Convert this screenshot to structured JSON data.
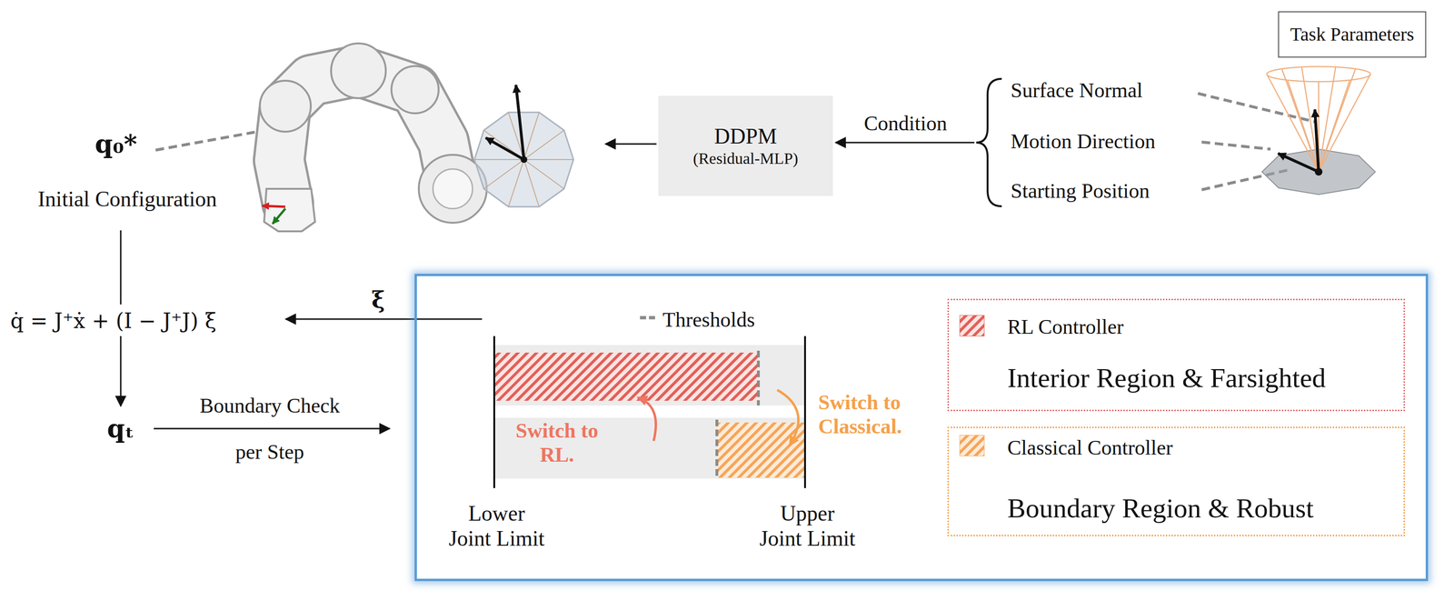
{
  "diagram": {
    "nodes": [
      {
        "text": [
          "Task Parameters"
        ]
      },
      {
        "text": [
          "DDPM",
          "(Residual-MLP)"
        ]
      },
      {
        "text": [
          "Thresholds",
          "Switch to RL.",
          "Switch to Classical.",
          "Lower Joint Limit",
          "Upper Joint Limit"
        ]
      },
      {
        "text": [
          "RL Controller",
          "Interior Region & Farsighted"
        ],
        "in": 2
      },
      {
        "text": [
          "Classical Controller",
          "Boundary Region & Robust"
        ],
        "in": 2
      }
    ],
    "labels": [
      "q₀*",
      "Initial Configuration",
      "q̇ = J⁺ẋ + (I − J⁺J) ξ",
      "ξ",
      "qₜ",
      "Boundary Check",
      "per Step",
      "Condition",
      "Surface Normal",
      "Motion Direction",
      "Starting Position"
    ]
  }
}
